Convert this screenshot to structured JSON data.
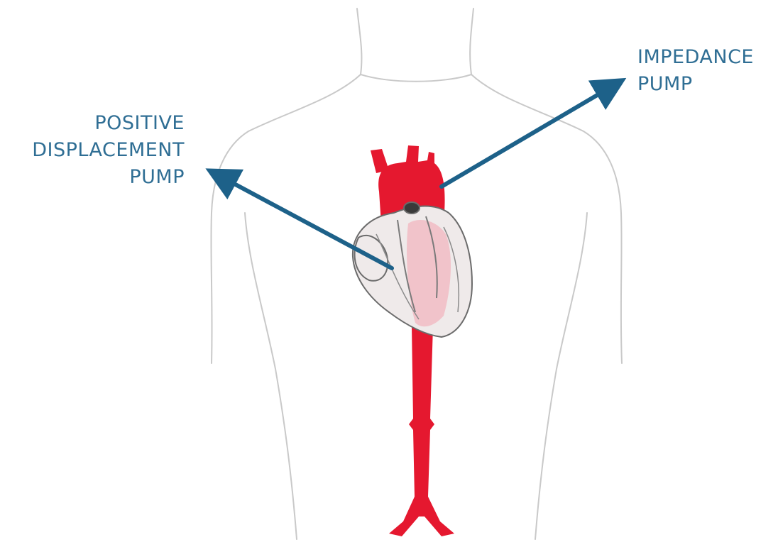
{
  "colors": {
    "background": "#ffffff",
    "body_outline": "#c9c9c9",
    "aorta": "#e5182f",
    "arrow": "#1d6189",
    "label_text": "#2f6e94",
    "heart_outline": "#6b6b6b",
    "heart_fill": "#efeaea",
    "heart_tint": "#f2b6bf"
  },
  "labels": {
    "positive_displacement": [
      "POSITIVE",
      "DISPLACEMENT",
      "PUMP"
    ],
    "impedance": [
      "IMPEDANCE",
      "PUMP"
    ]
  },
  "icons": {
    "body": "human-torso-outline",
    "heart": "heart-illustration",
    "aorta": "aorta-vessel",
    "arrow": "arrow-pointer"
  }
}
